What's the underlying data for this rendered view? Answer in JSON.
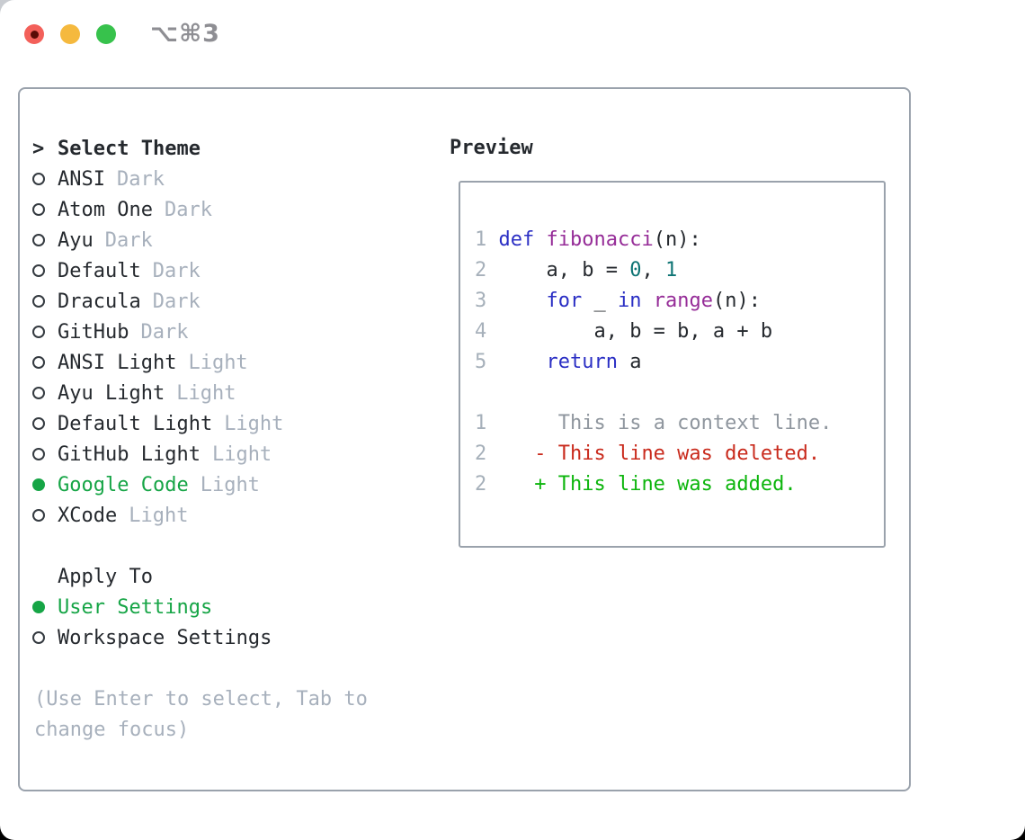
{
  "window": {
    "shortcut": "⌥⌘3"
  },
  "colors": {
    "text_dark": "#25292e",
    "dim": "#a7b0bc",
    "green_ui": "#16a546",
    "border": "#9aa2ac",
    "radio_dark": "#343a40",
    "title_gray": "#8e8e93",
    "tl_red": "#f3605a",
    "tl_red_dot": "#5a0b06",
    "tl_yellow": "#f5b93e",
    "tl_green": "#37c24c",
    "ln": "#a6b0ba",
    "kw": "#2b2fc4",
    "fn": "#962d98",
    "num": "#0e7474",
    "ctx": "#8f969e",
    "del": "#c92a1c",
    "add": "#0cb50c"
  },
  "theme_menu": {
    "title_marker": ">",
    "title": "Select Theme",
    "items": [
      {
        "name": "ANSI",
        "variant": "Dark",
        "selected": false
      },
      {
        "name": "Atom One",
        "variant": "Dark",
        "selected": false
      },
      {
        "name": "Ayu",
        "variant": "Dark",
        "selected": false
      },
      {
        "name": "Default",
        "variant": "Dark",
        "selected": false
      },
      {
        "name": "Dracula",
        "variant": "Dark",
        "selected": false
      },
      {
        "name": "GitHub",
        "variant": "Dark",
        "selected": false
      },
      {
        "name": "ANSI Light",
        "variant": "Light",
        "selected": false
      },
      {
        "name": "Ayu Light",
        "variant": "Light",
        "selected": false
      },
      {
        "name": "Default Light",
        "variant": "Light",
        "selected": false
      },
      {
        "name": "GitHub Light",
        "variant": "Light",
        "selected": false
      },
      {
        "name": "Google Code",
        "variant": "Light",
        "selected": true
      },
      {
        "name": "XCode",
        "variant": "Light",
        "selected": false
      }
    ]
  },
  "apply_to": {
    "title": "Apply To",
    "options": [
      {
        "label": "User Settings",
        "selected": true
      },
      {
        "label": "Workspace Settings",
        "selected": false
      }
    ]
  },
  "hint_lines": [
    "(Use Enter to select, Tab to",
    "change focus)"
  ],
  "preview": {
    "title": "Preview",
    "lines": [
      [
        {
          "t": "1 ",
          "c": "ln"
        },
        {
          "t": "def ",
          "c": "kw"
        },
        {
          "t": "fibonacci",
          "c": "fn"
        },
        {
          "t": "(n):",
          "c": "tx"
        }
      ],
      [
        {
          "t": "2 ",
          "c": "ln"
        },
        {
          "t": "    a, b = ",
          "c": "tx"
        },
        {
          "t": "0",
          "c": "num"
        },
        {
          "t": ", ",
          "c": "tx"
        },
        {
          "t": "1",
          "c": "num"
        }
      ],
      [
        {
          "t": "3 ",
          "c": "ln"
        },
        {
          "t": "    ",
          "c": "tx"
        },
        {
          "t": "for",
          "c": "kw"
        },
        {
          "t": " _ ",
          "c": "tx"
        },
        {
          "t": "in",
          "c": "kw"
        },
        {
          "t": " ",
          "c": "tx"
        },
        {
          "t": "range",
          "c": "fn"
        },
        {
          "t": "(n):",
          "c": "tx"
        }
      ],
      [
        {
          "t": "4 ",
          "c": "ln"
        },
        {
          "t": "        a, b = b, a + b",
          "c": "tx"
        }
      ],
      [
        {
          "t": "5 ",
          "c": "ln"
        },
        {
          "t": "    ",
          "c": "tx"
        },
        {
          "t": "return",
          "c": "kw"
        },
        {
          "t": " a",
          "c": "tx"
        }
      ],
      [],
      [
        {
          "t": "1",
          "c": "ln"
        },
        {
          "t": "      ",
          "c": "tx"
        },
        {
          "t": "This is a context line.",
          "c": "ctx"
        }
      ],
      [
        {
          "t": "2",
          "c": "ln"
        },
        {
          "t": "    ",
          "c": "tx"
        },
        {
          "t": "- This line was deleted.",
          "c": "del"
        }
      ],
      [
        {
          "t": "2",
          "c": "ln"
        },
        {
          "t": "    ",
          "c": "tx"
        },
        {
          "t": "+ This line was added.",
          "c": "add"
        }
      ]
    ]
  }
}
